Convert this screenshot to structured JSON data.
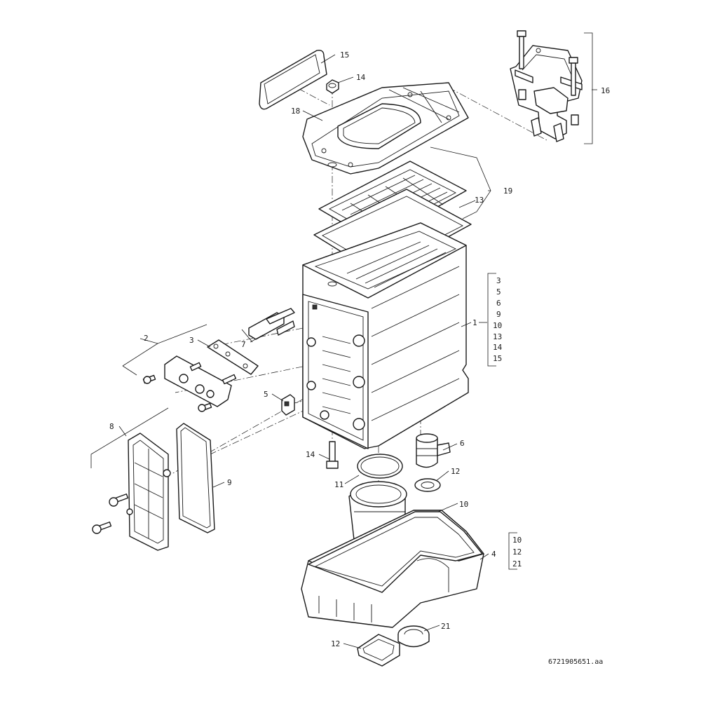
{
  "callouts": {
    "c1": "1",
    "c2": "2",
    "c3": "3",
    "c4": "4",
    "c5": "5",
    "c6": "6",
    "c7": "7",
    "c8": "8",
    "c9": "9",
    "c10": "10",
    "c11": "11",
    "c12a": "12",
    "c12b": "12",
    "c13": "13",
    "c14a": "14",
    "c14b": "14",
    "c15": "15",
    "c16": "16",
    "c18": "18",
    "c19": "19",
    "c21": "21"
  },
  "group_1": [
    "3",
    "5",
    "6",
    "9",
    "10",
    "13",
    "14",
    "15"
  ],
  "group_4": [
    "10",
    "12",
    "21"
  ],
  "reference": "6721905651.aa"
}
